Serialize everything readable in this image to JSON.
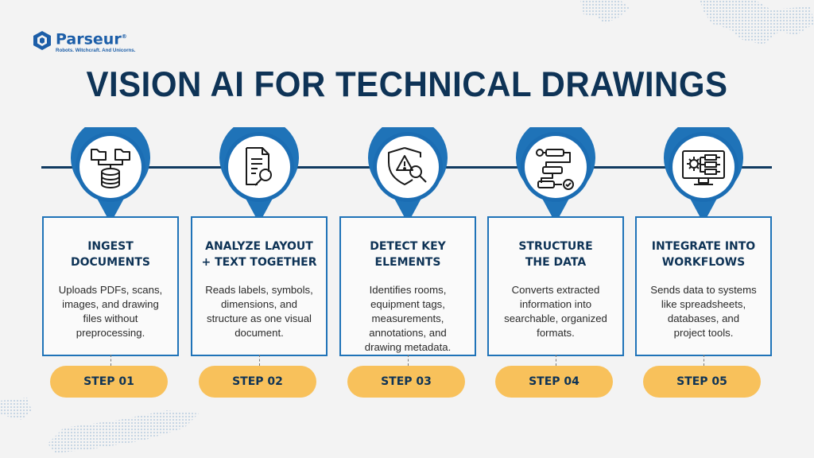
{
  "brand": {
    "name": "Parseur",
    "registered": "®",
    "tagline": "Robots. Witchcraft. And Unicorns."
  },
  "title": "VISION AI FOR TECHNICAL DRAWINGS",
  "colors": {
    "navy": "#0e3356",
    "blue": "#1f73b8",
    "pin_inner": "#1b6db3",
    "badge": "#f8c15b",
    "background": "#f3f3f3"
  },
  "steps": [
    {
      "title_lines": [
        "INGEST",
        "DOCUMENTS"
      ],
      "desc_lines": [
        "Uploads PDFs, scans,",
        "images, and drawing",
        "files without",
        "preprocessing."
      ],
      "badge": "STEP 01",
      "icon": "database-folders-icon"
    },
    {
      "title_lines": [
        "ANALYZE LAYOUT",
        "+ TEXT TOGETHER"
      ],
      "desc_lines": [
        "Reads labels, symbols,",
        "dimensions, and",
        "structure as one visual",
        "document."
      ],
      "badge": "STEP 02",
      "icon": "document-search-icon"
    },
    {
      "title_lines": [
        "DETECT KEY",
        "ELEMENTS"
      ],
      "desc_lines": [
        "Identifies rooms,",
        "equipment tags,",
        "measurements,",
        "annotations, and",
        "drawing metadata."
      ],
      "badge": "STEP 03",
      "icon": "shield-alert-search-icon"
    },
    {
      "title_lines": [
        "STRUCTURE",
        "THE DATA"
      ],
      "desc_lines": [
        "Converts extracted",
        "information into",
        "searchable, organized",
        "formats."
      ],
      "badge": "STEP 04",
      "icon": "flowchart-icon"
    },
    {
      "title_lines": [
        "INTEGRATE INTO",
        "WORKFLOWS"
      ],
      "desc_lines": [
        "Sends data to systems",
        "like spreadsheets,",
        "databases, and",
        "project tools."
      ],
      "badge": "STEP 05",
      "icon": "monitor-gear-icon"
    }
  ]
}
